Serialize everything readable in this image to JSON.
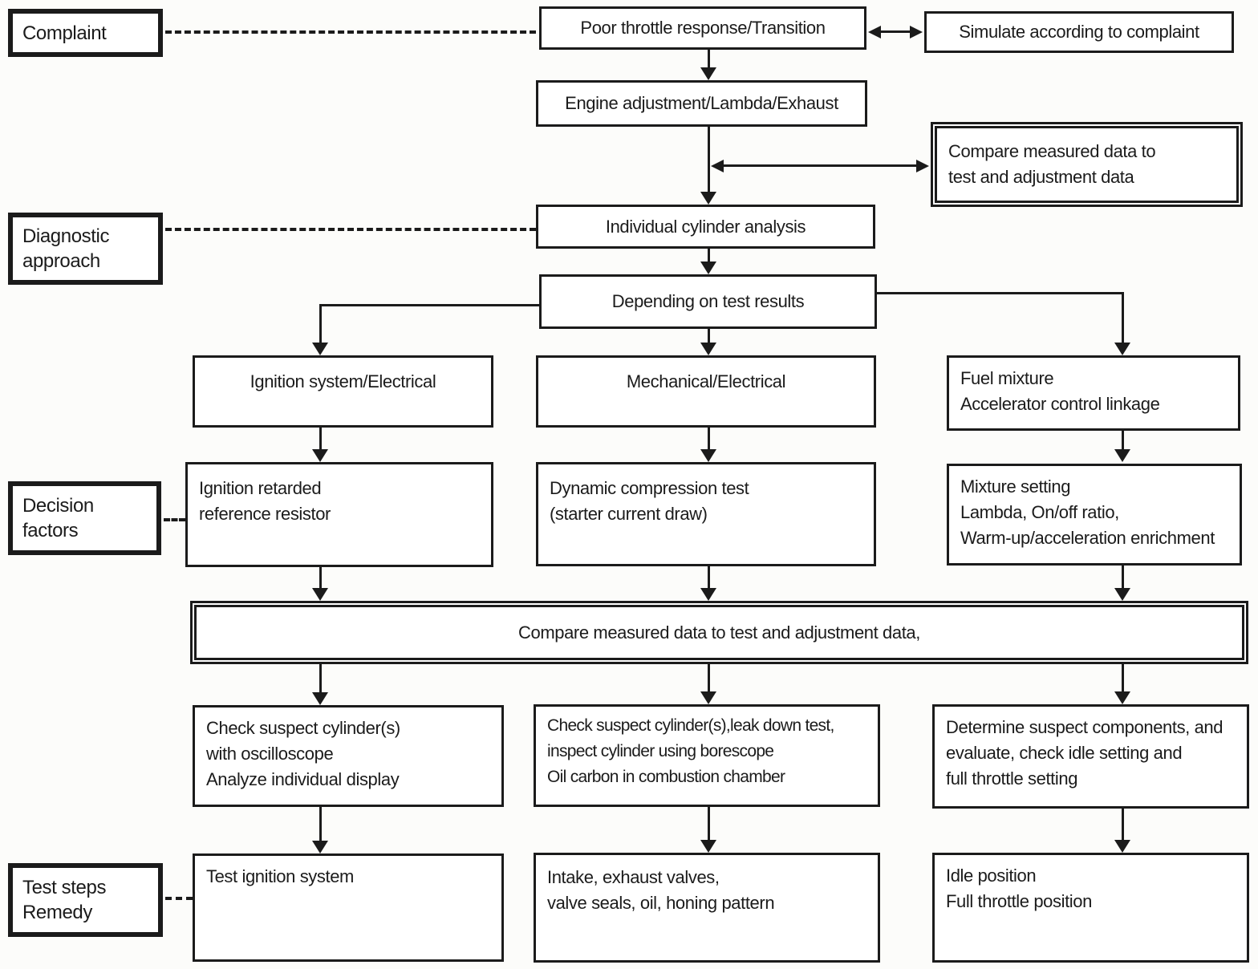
{
  "page": {
    "ink_color": "#1b1b1b",
    "paper_color": "#fcfcfa"
  },
  "row_labels": {
    "complaint": "Complaint",
    "diagnostic_approach": "Diagnostic\napproach",
    "decision_factors": "Decision\nfactors",
    "test_steps_remedy": "Test steps\nRemedy"
  },
  "nodes": {
    "poor_throttle": "Poor throttle response/Transition",
    "simulate": "Simulate according to complaint",
    "engine_adjustment": "Engine adjustment/Lambda/Exhaust",
    "compare_measured_top": "Compare measured data to\ntest and adjustment data",
    "individual_cylinder": "Individual cylinder analysis",
    "depending_on_results": "Depending on test results",
    "ignition_system": "Ignition system/Electrical",
    "mechanical_electrical": "Mechanical/Electrical",
    "fuel_mixture": "Fuel mixture\nAccelerator control linkage",
    "ignition_retarded": "Ignition retarded\nreference resistor",
    "dynamic_compression": "Dynamic compression test\n(starter current draw)",
    "mixture_setting": "Mixture setting\nLambda, On/off ratio,\nWarm-up/acceleration enrichment",
    "compare_measured_wide": "Compare measured data to test and adjustment data,",
    "check_oscilloscope": "Check suspect cylinder(s)\nwith oscilloscope\nAnalyze individual display",
    "check_leak_down": "Check suspect cylinder(s),leak down test,\ninspect cylinder using borescope\nOil carbon in combustion chamber",
    "determine_components": "Determine suspect components, and\nevaluate, check idle setting and\nfull throttle setting",
    "test_ignition": "Test ignition system",
    "intake_exhaust": "Intake, exhaust valves,\nvalve seals, oil, honing pattern",
    "idle_position": "Idle position\nFull throttle position"
  }
}
